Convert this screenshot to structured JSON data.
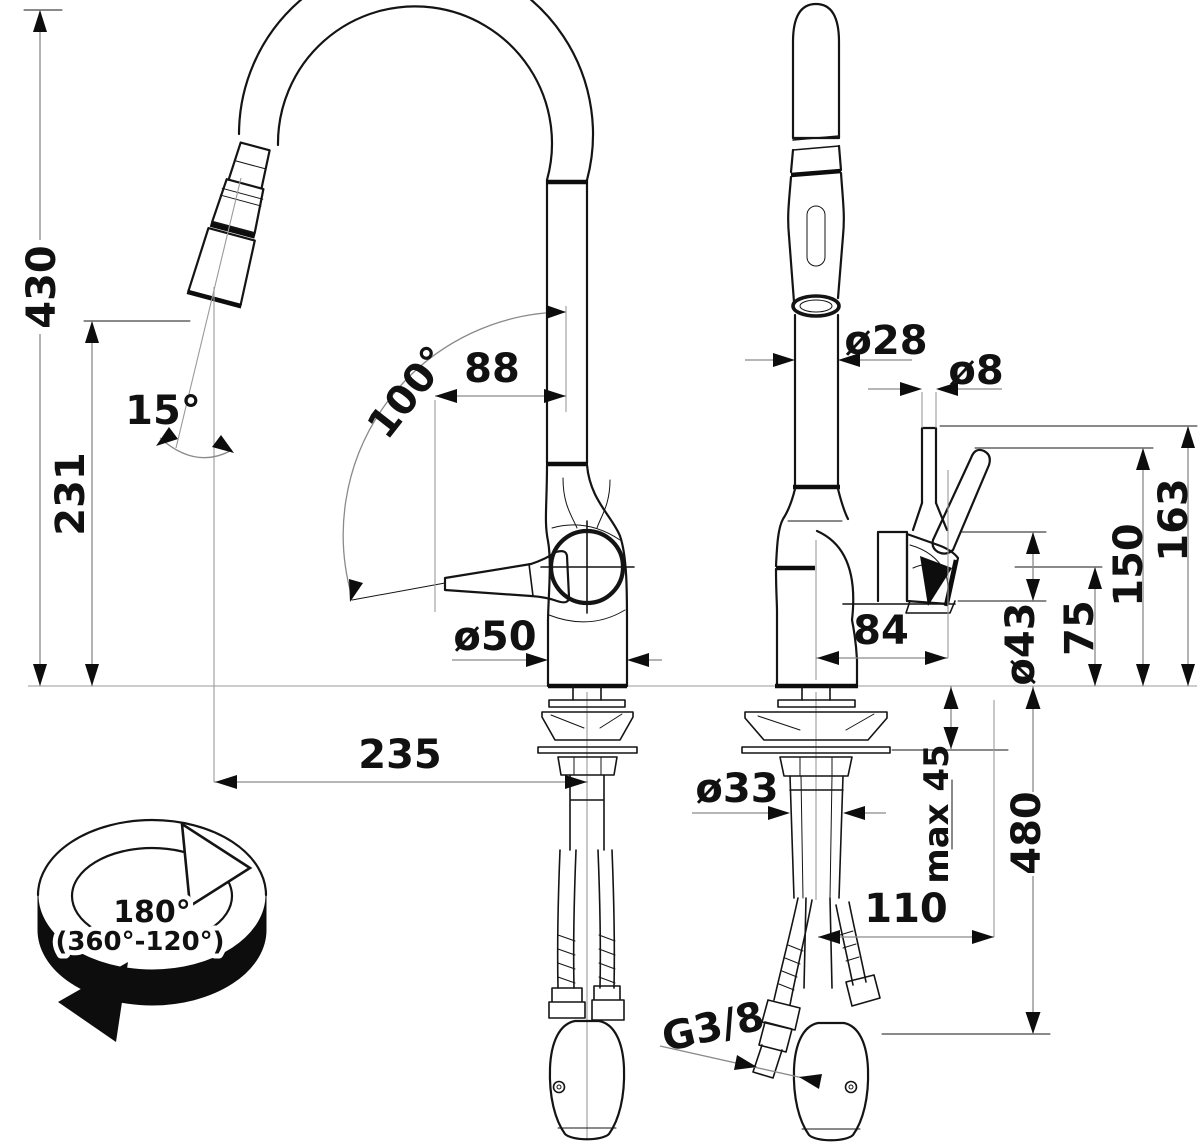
{
  "drawing": {
    "kind": "technical-dimension-drawing",
    "subject": "pull-out kitchen faucet, two projection views with installation dimensions",
    "units_implied": "mm",
    "labels": {
      "total_height": "430",
      "spout_height": "231",
      "head_angle": "15°",
      "swivel_angle": "100°",
      "width_88": "88",
      "base_diameter": "ø50",
      "spout_reach": "235",
      "rotation_main": "180°",
      "rotation_paren": "(360°-120°)",
      "spout_diameter": "ø28",
      "rod_diameter": "ø8",
      "height_163": "163",
      "height_150": "150",
      "height_75": "75",
      "body_diameter": "ø43",
      "offset_84": "84",
      "max_thickness": "max 45",
      "hose_length": "480",
      "offset_110": "110",
      "shank_diameter": "ø33",
      "thread": "G3/8"
    }
  }
}
